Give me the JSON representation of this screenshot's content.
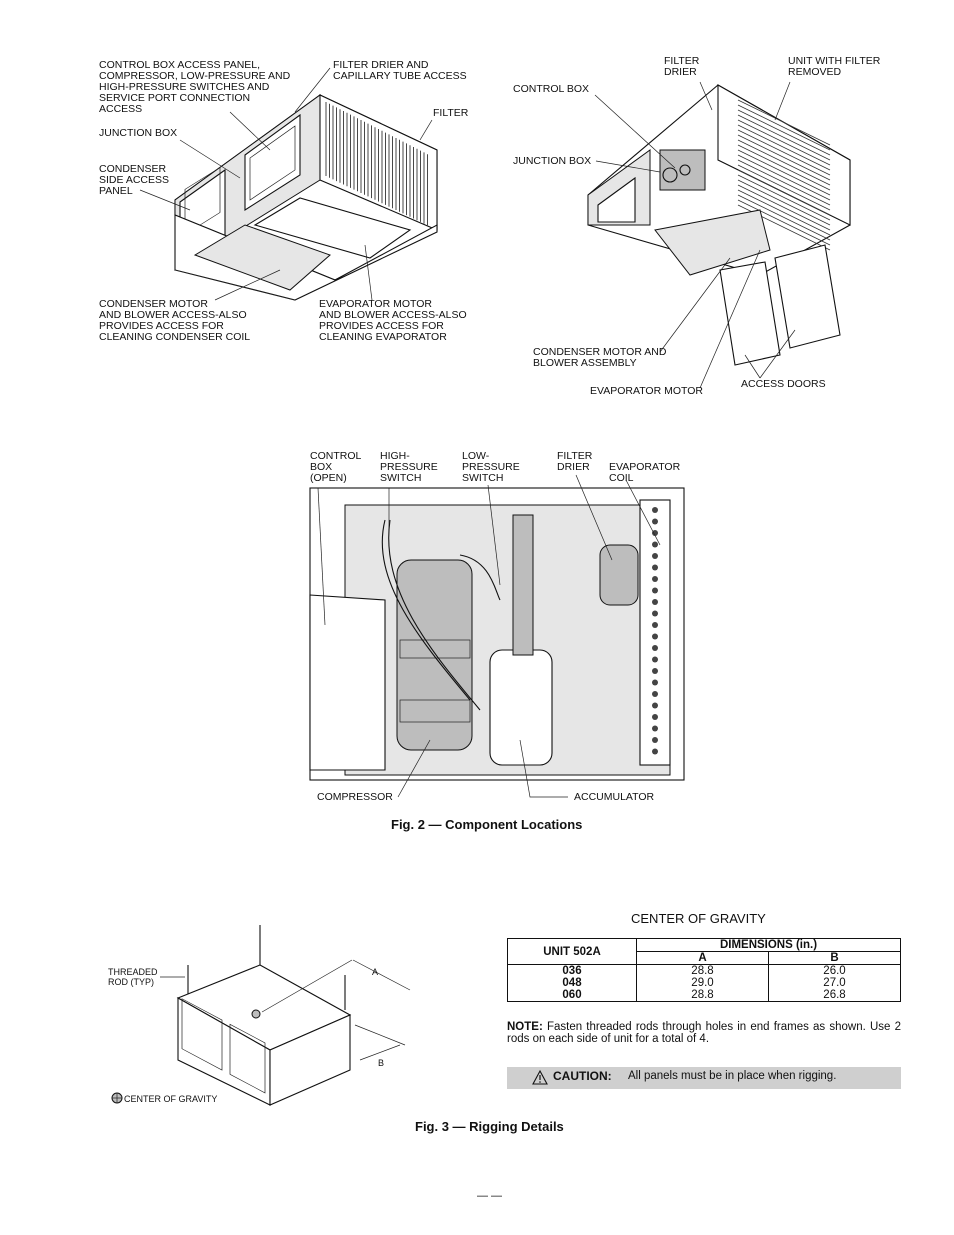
{
  "figure2": {
    "top_left_labels": {
      "control_box_panel": "CONTROL BOX ACCESS PANEL,\nCOMPRESSOR, LOW-PRESSURE AND\nHIGH-PRESSURE SWITCHES AND\nSERVICE PORT CONNECTION\nACCESS",
      "filter_drier_cap": "FILTER DRIER AND\nCAPILLARY TUBE ACCESS",
      "filter": "FILTER",
      "junction_box": "JUNCTION BOX",
      "condenser_side": "CONDENSER\nSIDE ACCESS\nPANEL",
      "condenser_motor": "CONDENSER MOTOR\nAND BLOWER ACCESS-ALSO\nPROVIDES ACCESS FOR\nCLEANING CONDENSER COIL",
      "evaporator_motor": "EVAPORATOR MOTOR\nAND BLOWER ACCESS-ALSO\nPROVIDES ACCESS FOR\nCLEANING EVAPORATOR"
    },
    "top_right_labels": {
      "filter_drier": "FILTER\nDRIER",
      "unit_filter_removed": "UNIT WITH FILTER\nREMOVED",
      "control_box": "CONTROL BOX",
      "junction_box": "JUNCTION BOX",
      "condenser_motor_blower": "CONDENSER MOTOR AND\nBLOWER ASSEMBLY",
      "evaporator_motor": "EVAPORATOR MOTOR",
      "access_doors": "ACCESS DOORS"
    },
    "middle_labels": {
      "control_box_open": "CONTROL\nBOX\n(OPEN)",
      "high_pressure": "HIGH-\nPRESSURE\nSWITCH",
      "low_pressure": "LOW-\nPRESSURE\nSWITCH",
      "filter_drier": "FILTER\nDRIER",
      "evaporator_coil": "EVAPORATOR\nCOIL",
      "compressor": "COMPRESSOR",
      "accumulator": "ACCUMULATOR"
    },
    "caption": "Fig. 2 — Component Locations"
  },
  "figure3": {
    "threaded_rod": "THREADED\nROD (TYP)",
    "center_of_gravity": "CENTER OF GRAVITY",
    "dim_a": "A",
    "dim_b": "B",
    "table_title": "CENTER OF GRAVITY",
    "table": {
      "unit_header": "UNIT 502A",
      "dimensions_header": "DIMENSIONS (in.)",
      "col_a": "A",
      "col_b": "B",
      "rows": [
        {
          "unit": "036",
          "a": "28.8",
          "b": "26.0"
        },
        {
          "unit": "048",
          "a": "29.0",
          "b": "27.0"
        },
        {
          "unit": "060",
          "a": "28.8",
          "b": "26.8"
        }
      ]
    },
    "note_label": "NOTE:",
    "note_text": "Fasten threaded rods through holes in end frames as shown. Use 2 rods on each side of unit for a total of 4.",
    "caution_label": "CAUTION:",
    "caution_text": "All panels must be in place when rigging.",
    "caption": "Fig. 3 — Rigging Details"
  },
  "page_number": "— —",
  "colors": {
    "caution_bg": "#cfcfcf",
    "ink": "#111111"
  }
}
